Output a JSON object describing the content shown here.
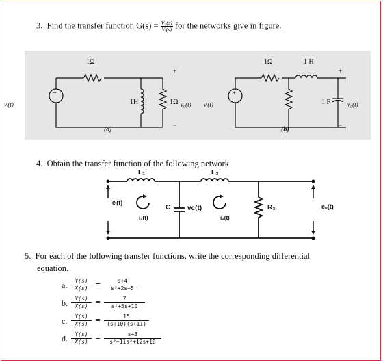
{
  "q3": {
    "number": "3.",
    "text_before": "Find the transfer function G(s) =",
    "frac_num": "V₀(s)",
    "frac_den": "Vᵢ(s)",
    "text_after": "for the networks give in figure.",
    "fig_a": {
      "caption": "(a)",
      "r1": "1Ω",
      "l": "1H",
      "r2": "1Ω",
      "vin": "vᵢ(t)",
      "vout": "v₀(t)",
      "plus": "+",
      "minus": "−"
    },
    "fig_b": {
      "caption": "(b)",
      "r1": "1Ω",
      "l": "1 H",
      "c": "1 F",
      "vin": "vᵢ(t)",
      "vout": "v₀(t)",
      "plus": "+",
      "minus": "−"
    }
  },
  "q4": {
    "number": "4.",
    "text": "Obtain the transfer function of the following network",
    "circuit": {
      "l1": "L₁",
      "l2": "L₂",
      "c": "C",
      "vc": "vc(t)",
      "r2": "R₂",
      "ei": "eᵢ(t)",
      "eo": "eₒ(t)",
      "i1": "i₁(t)",
      "i2": "i₂(t)"
    }
  },
  "q5": {
    "number": "5.",
    "line1": "For each of the following transfer functions, write the corresponding differential",
    "line2": "equation.",
    "items": [
      {
        "label": "a.",
        "lhs_num": "Y(s)",
        "lhs_den": "X(s)",
        "num": "s+4",
        "den": "s²+2s+5"
      },
      {
        "label": "b.",
        "lhs_num": "Y(s)",
        "lhs_den": "X(s)",
        "num": "7",
        "den": "s²+5s+10"
      },
      {
        "label": "c.",
        "lhs_num": "Y(s)",
        "lhs_den": "X(s)",
        "num": "15",
        "den": "(s+10)(s+11)"
      },
      {
        "label": "d.",
        "lhs_num": "Y(s)",
        "lhs_den": "X(s)",
        "num": "s+3",
        "den": "s³+11s²+12s+18"
      }
    ],
    "eq_sign": "="
  }
}
